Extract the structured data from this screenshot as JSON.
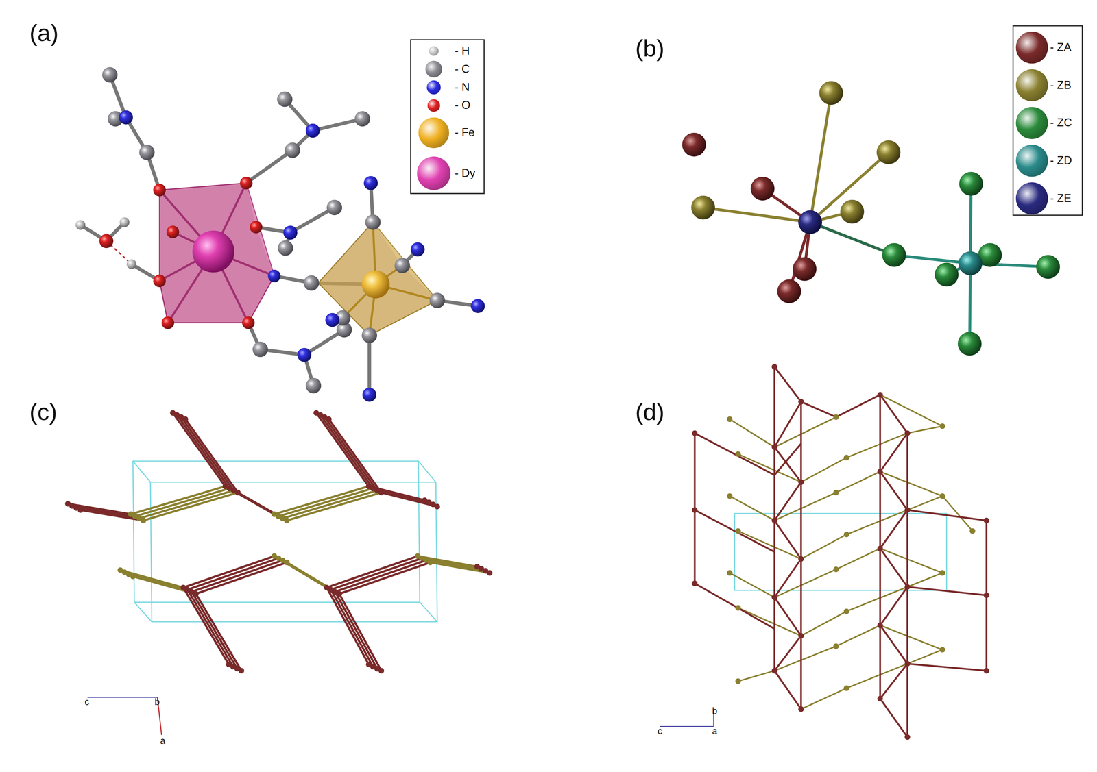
{
  "diagram": {
    "labels": [
      "(a)",
      "(b)",
      "(c)",
      "(d)",
      "c",
      "b",
      "a",
      "b",
      "c",
      "a"
    ],
    "legend": [
      {
        "text": "- H",
        "color": "#c8c8c8"
      },
      {
        "text": "- C",
        "color": "#8a8a90"
      },
      {
        "text": "- N",
        "color": "#2a2ae0"
      },
      {
        "text": "- O",
        "color": "#e02020"
      },
      {
        "text": "- Fe",
        "color": "#f0b020"
      },
      {
        "text": "- Dy",
        "color": "#e040b0"
      },
      {
        "text": "- ZA",
        "color": "#7a2a2a"
      },
      {
        "text": "- ZB",
        "color": "#8a8030"
      },
      {
        "text": "- ZC",
        "color": "#2a8a3a"
      },
      {
        "text": "- ZD",
        "color": "#2a8a8a"
      },
      {
        "text": "- ZE",
        "color": "#2a2a80"
      }
    ]
  }
}
